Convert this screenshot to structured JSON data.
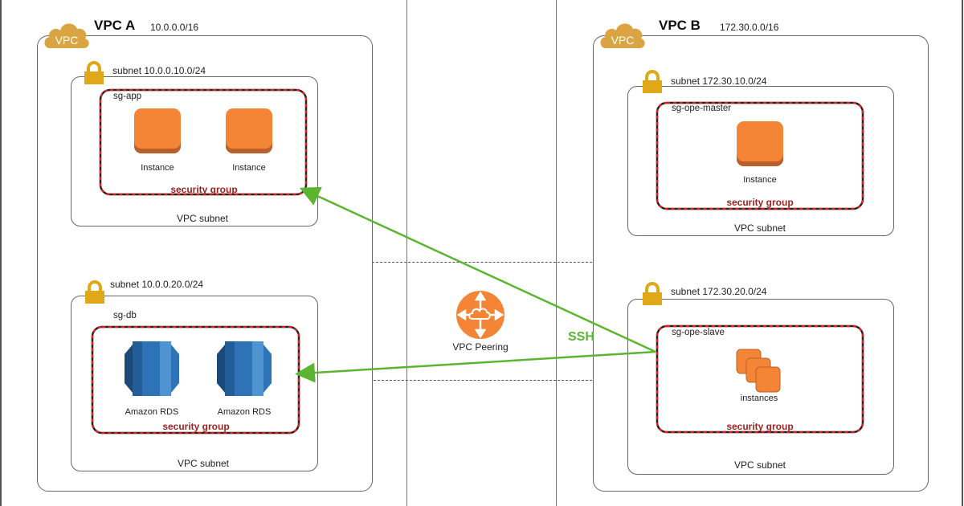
{
  "diagram": {
    "vpcs": [
      {
        "name": "VPC A",
        "cidr": "10.0.0.0/16",
        "badge": "VPC",
        "subnets": [
          {
            "label": "subnet 10.0.0.10.0/24",
            "caption": "VPC subnet",
            "security_group": {
              "name": "sg-app",
              "caption": "security group",
              "resources": [
                {
                  "type": "ec2-instance",
                  "label": "Instance"
                },
                {
                  "type": "ec2-instance",
                  "label": "Instance"
                }
              ]
            }
          },
          {
            "label": "subnet 10.0.0.20.0/24",
            "caption": "VPC subnet",
            "security_group": {
              "name": "sg-db",
              "caption": "security group",
              "resources": [
                {
                  "type": "rds",
                  "label": "Amazon RDS"
                },
                {
                  "type": "rds",
                  "label": "Amazon RDS"
                }
              ]
            }
          }
        ]
      },
      {
        "name": "VPC B",
        "cidr": "172.30.0.0/16",
        "badge": "VPC",
        "subnets": [
          {
            "label": "subnet 172.30.10.0/24",
            "caption": "VPC subnet",
            "security_group": {
              "name": "sg-ope-master",
              "caption": "security group",
              "resources": [
                {
                  "type": "ec2-instance",
                  "label": "Instance"
                }
              ]
            }
          },
          {
            "label": "subnet 172.30.20.0/24",
            "caption": "VPC subnet",
            "security_group": {
              "name": "sg-ope-slave",
              "caption": "security group",
              "resources": [
                {
                  "type": "ec2-instances",
                  "label": "instances"
                }
              ]
            }
          }
        ]
      }
    ],
    "peering": {
      "label": "VPC Peering",
      "icon": "vpc-peering-icon"
    },
    "connections": [
      {
        "from": "sg-ope-slave",
        "to": "sg-app",
        "protocol": "SSH"
      },
      {
        "from": "sg-ope-slave",
        "to": "sg-db",
        "protocol": "SSH"
      }
    ],
    "connection_label": "SSH",
    "colors": {
      "aws_orange": "#f58536",
      "vpc_gold": "#d9a441",
      "lock_gold": "#e0a718",
      "rds_blue": "#2e73b8",
      "ssh_green": "#5cb531",
      "sg_caption_red": "#9b2222",
      "sg_border_red": "#e02020"
    }
  }
}
